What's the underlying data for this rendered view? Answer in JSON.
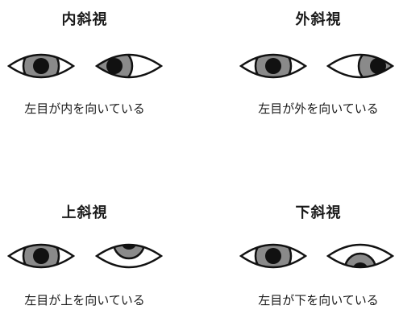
{
  "panels": [
    {
      "title": "内斜視",
      "caption": "左目が内を向いている"
    },
    {
      "title": "外斜視",
      "caption": "左目が外を向いている"
    },
    {
      "title": "上斜視",
      "caption": "左目が上を向いている"
    },
    {
      "title": "下斜視",
      "caption": "左目が下を向いている"
    }
  ],
  "colors": {
    "iris": "#8a8a8a",
    "pupil": "#111111",
    "outline": "#111111",
    "sclera": "#ffffff"
  }
}
